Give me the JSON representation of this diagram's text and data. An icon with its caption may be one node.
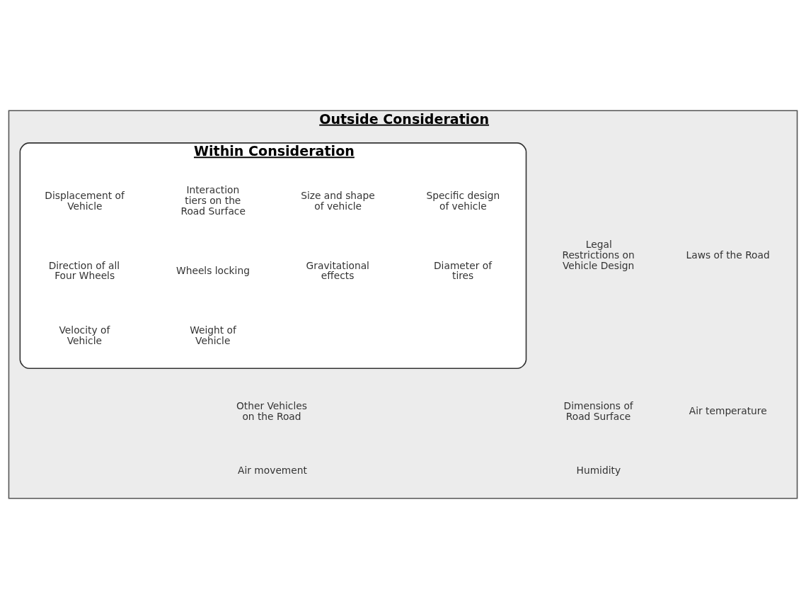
{
  "diagram": {
    "nodes": [
      {
        "text": [
          "Outside Consideration"
        ]
      },
      {
        "text": [
          "Humidity"
        ],
        "in": 0
      },
      {
        "text": [
          "Air movement"
        ],
        "in": 0
      },
      {
        "text": [
          "Within Consideration"
        ],
        "in": 0
      },
      {
        "text": [
          "Velocity of Vehicle"
        ],
        "in": 3
      },
      {
        "text": [
          "Displacement of Vehicle"
        ],
        "in": 3
      },
      {
        "text": [
          "Interaction tiers on the Road Surface"
        ],
        "in": 3
      },
      {
        "text": [
          "Wheels locking"
        ],
        "in": 3
      },
      {
        "text": [
          "Diameter of tires"
        ],
        "in": 3
      },
      {
        "text": [
          "Direction of all Four Wheels"
        ],
        "in": 3
      },
      {
        "text": [
          "Weight of Vehicle"
        ],
        "in": 3
      },
      {
        "text": [
          "Gravitational effects"
        ],
        "in": 3
      },
      {
        "text": [
          "Specific design of vehicle"
        ],
        "in": 3
      },
      {
        "text": [
          "Size and shape of vehicle"
        ],
        "in": 3
      },
      {
        "text": [
          "Air temperature"
        ],
        "in": 0
      },
      {
        "text": [
          "Other Vehicles on the Road"
        ],
        "in": 0
      },
      {
        "text": [
          "Legal Restrictions on Vehicle Design"
        ],
        "in": 0
      },
      {
        "text": [
          "Laws of the Road"
        ],
        "in": 0
      },
      {
        "text": [
          "Dimensions of Road Surface"
        ],
        "in": 0
      }
    ],
    "edges": []
  }
}
